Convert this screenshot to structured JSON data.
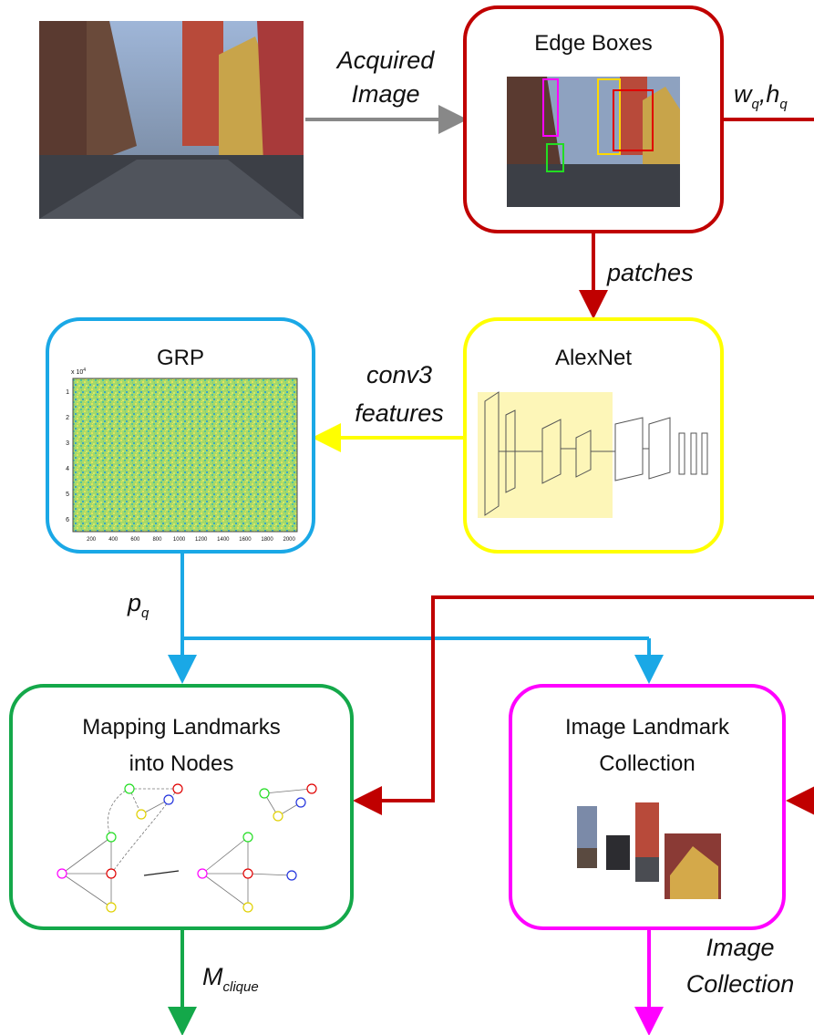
{
  "boxes": {
    "edge_boxes": {
      "title": "Edge Boxes",
      "color": "#c00000"
    },
    "alexnet": {
      "title": "AlexNet",
      "color": "#ffff00"
    },
    "grp": {
      "title": "GRP",
      "color": "#1aa8e6"
    },
    "mapping": {
      "title_line1": "Mapping Landmarks",
      "title_line2": "into Nodes",
      "color": "#14a84a"
    },
    "collection": {
      "title_line1": "Image Landmark",
      "title_line2": "Collection",
      "color": "#ff00ff"
    }
  },
  "edges": {
    "acquired_line1": "Acquired",
    "acquired_line2": "Image",
    "wh_w": "w",
    "wh_sub1": "q",
    "wh_sep": ",",
    "wh_h": "h",
    "wh_sub2": "q",
    "patches": "patches",
    "conv3_line1": "conv3",
    "conv3_line2": "features",
    "pq_main": "p",
    "pq_sub": "q",
    "mclique_main": "M",
    "mclique_sub": "clique",
    "image_collection_line1": "Image",
    "image_collection_line2": "Collection"
  },
  "plot": {
    "y_exponent": "x 10",
    "y_exponent_power": "4",
    "y_ticks": [
      "1",
      "2",
      "3",
      "4",
      "5",
      "6"
    ],
    "x_ticks": [
      "200",
      "400",
      "600",
      "800",
      "1000",
      "1200",
      "1400",
      "1600",
      "1800",
      "2000"
    ]
  },
  "colors": {
    "gray_arrow": "#888888",
    "red": "#c00000",
    "yellow": "#ffff00",
    "blue": "#1aa8e6",
    "green": "#14a84a",
    "magenta": "#ff00ff"
  }
}
